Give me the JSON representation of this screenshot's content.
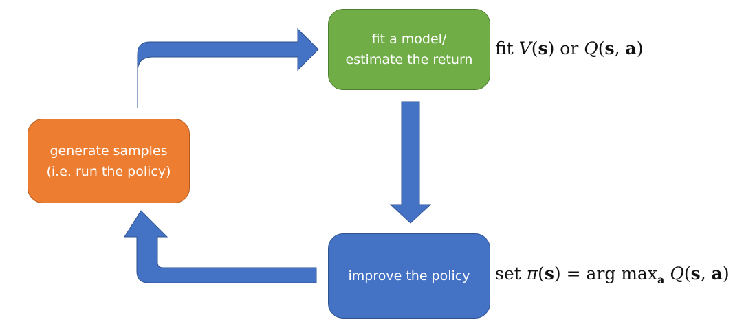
{
  "diagram": {
    "boxes": {
      "fit_model": {
        "label": "fit a model/\nestimate the return",
        "color": "#70ad47"
      },
      "generate_samples": {
        "label": "generate samples\n(i.e. run the policy)",
        "color": "#ed7d31"
      },
      "improve_policy": {
        "label": "improve the policy",
        "color": "#4472c4"
      }
    },
    "annotations": {
      "fit_model": "fit V(s) or Q(s, a)",
      "improve_policy": "set π(s) = arg max_a Q(s, a)"
    },
    "arrow_color": "#4472c4",
    "arrow_border_color": "#2f528f"
  }
}
